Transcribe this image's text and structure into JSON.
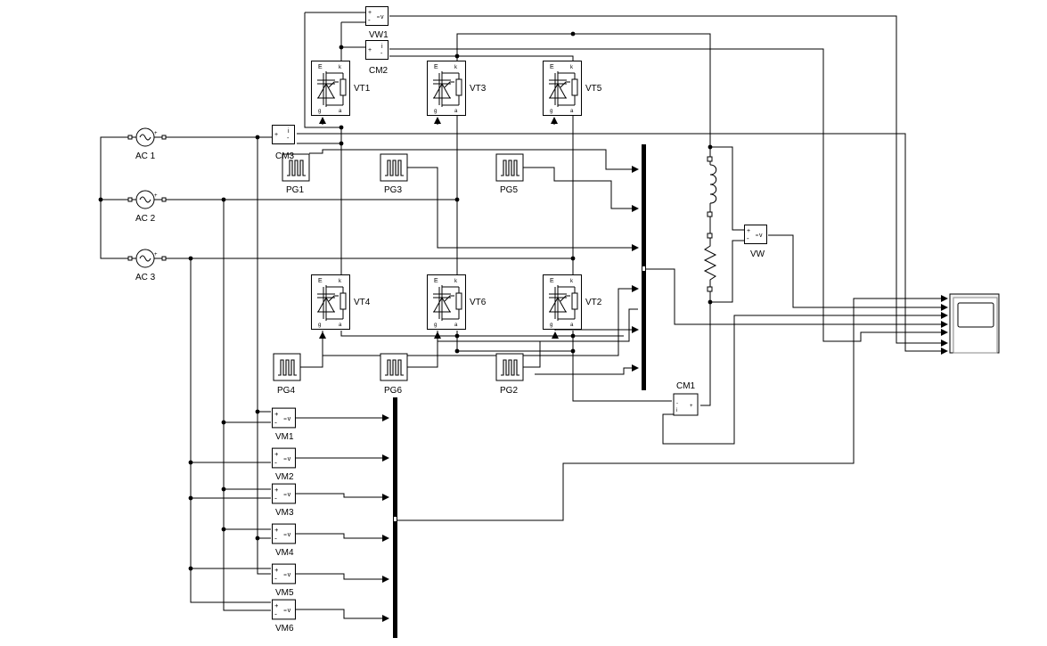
{
  "sources": [
    {
      "id": "ac1",
      "label": "AC 1"
    },
    {
      "id": "ac2",
      "label": "AC 2"
    },
    {
      "id": "ac3",
      "label": "AC 3"
    }
  ],
  "thyristors": [
    {
      "id": "vt1",
      "label": "VT1"
    },
    {
      "id": "vt3",
      "label": "VT3"
    },
    {
      "id": "vt5",
      "label": "VT5"
    },
    {
      "id": "vt4",
      "label": "VT4"
    },
    {
      "id": "vt6",
      "label": "VT6"
    },
    {
      "id": "vt2",
      "label": "VT2"
    }
  ],
  "pulse_generators": [
    {
      "id": "pg1",
      "label": "PG1"
    },
    {
      "id": "pg3",
      "label": "PG3"
    },
    {
      "id": "pg5",
      "label": "PG5"
    },
    {
      "id": "pg4",
      "label": "PG4"
    },
    {
      "id": "pg6",
      "label": "PG6"
    },
    {
      "id": "pg2",
      "label": "PG2"
    }
  ],
  "voltage_meters": [
    {
      "id": "vm1",
      "label": "VM1"
    },
    {
      "id": "vm2",
      "label": "VM2"
    },
    {
      "id": "vm3",
      "label": "VM3"
    },
    {
      "id": "vm4",
      "label": "VM4"
    },
    {
      "id": "vm5",
      "label": "VM5"
    },
    {
      "id": "vm6",
      "label": "VM6"
    }
  ],
  "measurements": {
    "vw1": "VW1",
    "cm2": "CM2",
    "cm3": "CM3",
    "cm1": "CM1",
    "vw": "VW"
  }
}
